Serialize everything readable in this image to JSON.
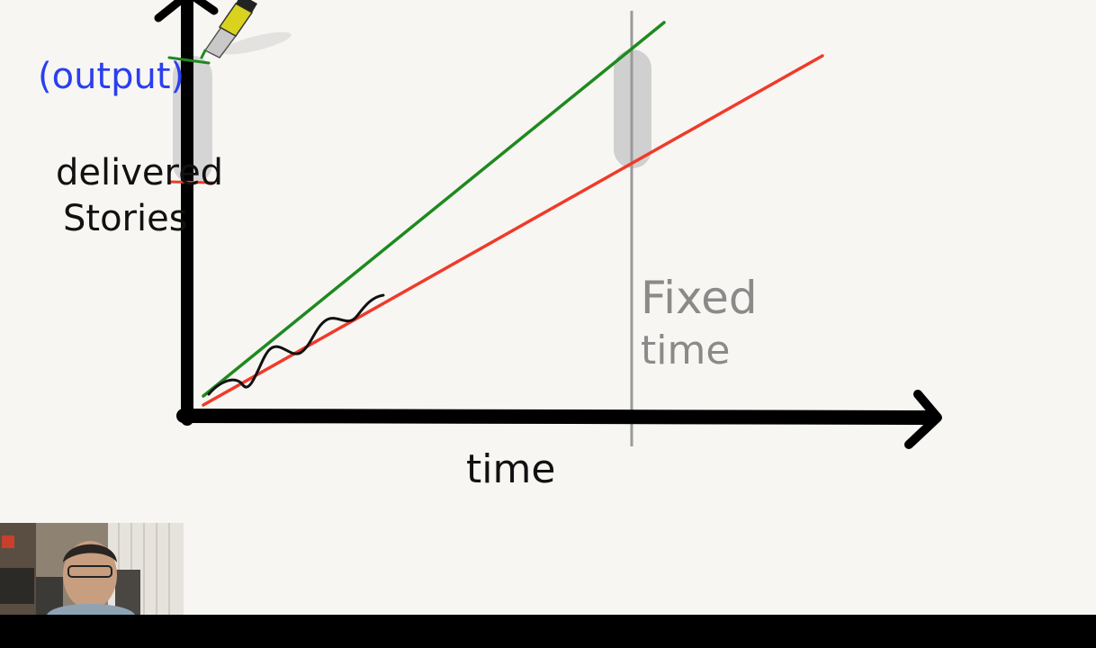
{
  "diagram": {
    "y_axis_label_output": "(output)",
    "y_axis_label_line1": "delivered",
    "y_axis_label_line2": "Stories",
    "x_axis_label": "time",
    "fixed_time_line1": "Fixed",
    "fixed_time_line2": "time",
    "colors": {
      "axis": "#000000",
      "green_line": "#1e8a1e",
      "red_line": "#f03a2a",
      "output_text": "#2a3ff0",
      "fixed_time_text": "#8a8a8a",
      "fixed_time_line": "#9a9a9a",
      "gap_marker": "#c9c9c9"
    }
  },
  "webcam": {
    "label": "presenter-webcam"
  }
}
